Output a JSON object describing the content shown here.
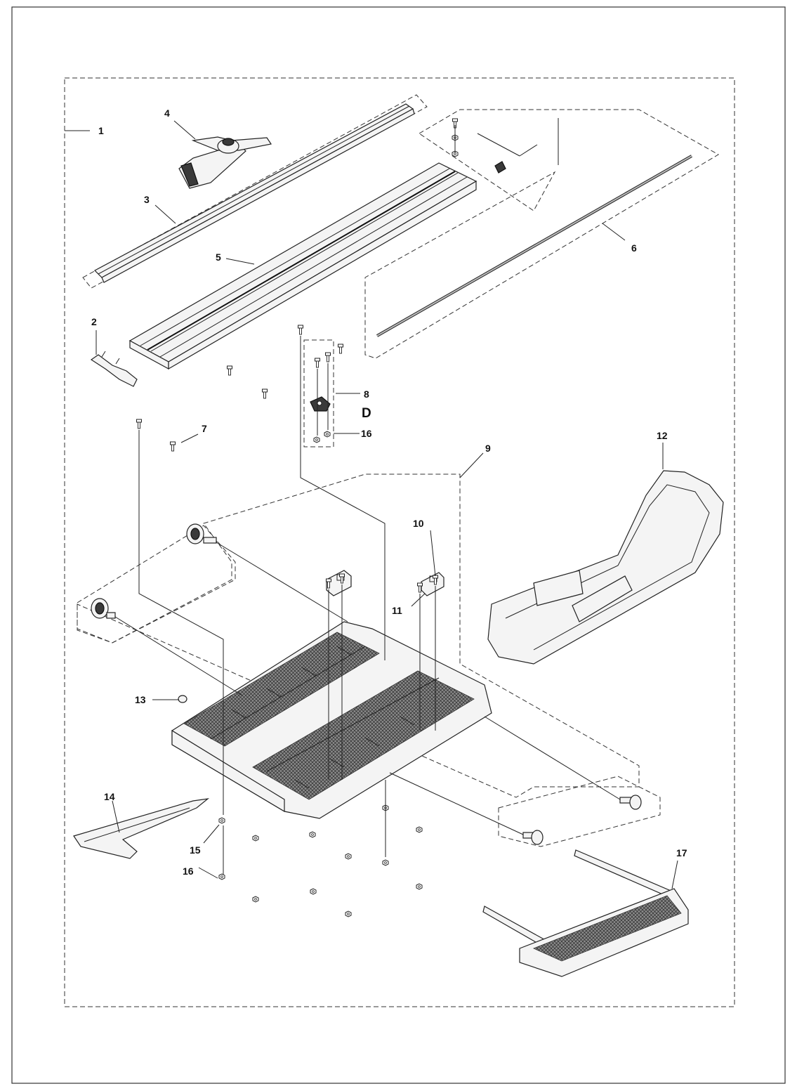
{
  "diagram": {
    "detail_label": "D",
    "callouts": [
      {
        "id": "c1",
        "label": "1"
      },
      {
        "id": "c2",
        "label": "2"
      },
      {
        "id": "c3",
        "label": "3"
      },
      {
        "id": "c4",
        "label": "4"
      },
      {
        "id": "c5",
        "label": "5"
      },
      {
        "id": "c6",
        "label": "6"
      },
      {
        "id": "c7",
        "label": "7"
      },
      {
        "id": "c8",
        "label": "8"
      },
      {
        "id": "c9",
        "label": "9"
      },
      {
        "id": "c10",
        "label": "10"
      },
      {
        "id": "c11",
        "label": "11"
      },
      {
        "id": "c12",
        "label": "12"
      },
      {
        "id": "c13",
        "label": "13"
      },
      {
        "id": "c14",
        "label": "14"
      },
      {
        "id": "c15",
        "label": "15"
      },
      {
        "id": "c16a",
        "label": "16"
      },
      {
        "id": "c16b",
        "label": "16"
      },
      {
        "id": "c17",
        "label": "17"
      }
    ]
  }
}
